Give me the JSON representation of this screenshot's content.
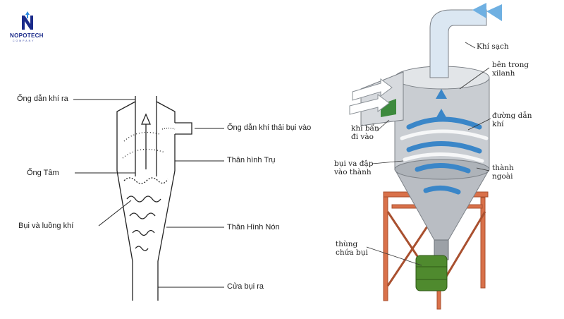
{
  "logo": {
    "name": "NOPOTECH",
    "tagline": "COMPANY",
    "color": "#1a2a8a"
  },
  "left_diagram": {
    "labels": {
      "outlet_pipe": "Ống dẫn khí ra",
      "inlet_pipe": "Ống dẫn khí thải bụi vào",
      "cylinder_body": "Thân hình Trụ",
      "center_tube": "Ống Tâm",
      "dust_airflow": "Bụi và luồng khí",
      "cone_body": "Thân Hình Nón",
      "dust_outlet": "Cửa bụi ra"
    }
  },
  "right_diagram": {
    "labels": {
      "clean_air": "Khí sạch",
      "inside_cylinder": "bên trong xilanh",
      "air_path": "đường dẫn khí",
      "dirty_air_in": "khí bẩn đi vào",
      "dust_hits_wall": "bụi va đập vào thành",
      "outer_wall": "thành ngoài",
      "dust_bin": "thùng chứa bụi"
    },
    "colors": {
      "frame": "#d9714a",
      "body": "#c9cdd2",
      "airflow": "#3a86c8",
      "inlet_green": "#3d8a3d",
      "bin_green": "#4f8a2e"
    }
  }
}
